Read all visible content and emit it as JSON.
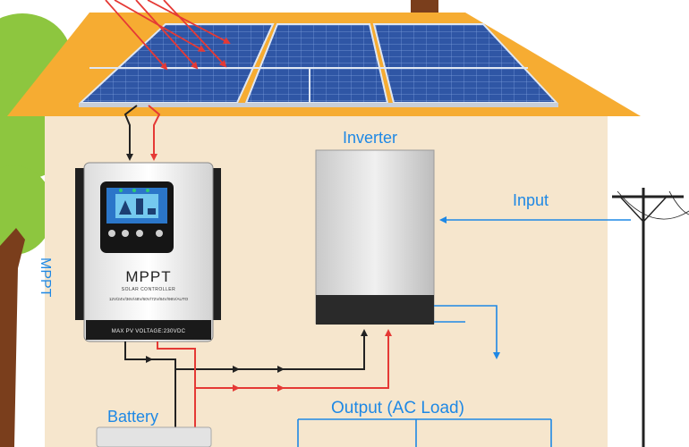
{
  "diagram": {
    "labels": {
      "inverter": "Inverter",
      "input": "Input",
      "battery": "Battery",
      "output": "Output (AC Load)",
      "mppt_side": "MPPT"
    },
    "controller": {
      "brand": "MPPT",
      "subtitle": "SOLAR CONTROLLER",
      "voltages": "12V/24V/36V/48V/60V/72V/84V/96V/AUTO",
      "max_pv": "MAX PV VOLTAGE:230VDC"
    },
    "colors": {
      "roof": "#f6ac32",
      "wall": "#f6e6cd",
      "panel": "#2f56a5",
      "positive_wire": "#e53935",
      "negative_wire": "#222222",
      "ac_wire": "#1e88e5",
      "text_accent": "#1e88e5",
      "tree": "#8dc63f",
      "trunk": "#7a3e1c"
    }
  }
}
